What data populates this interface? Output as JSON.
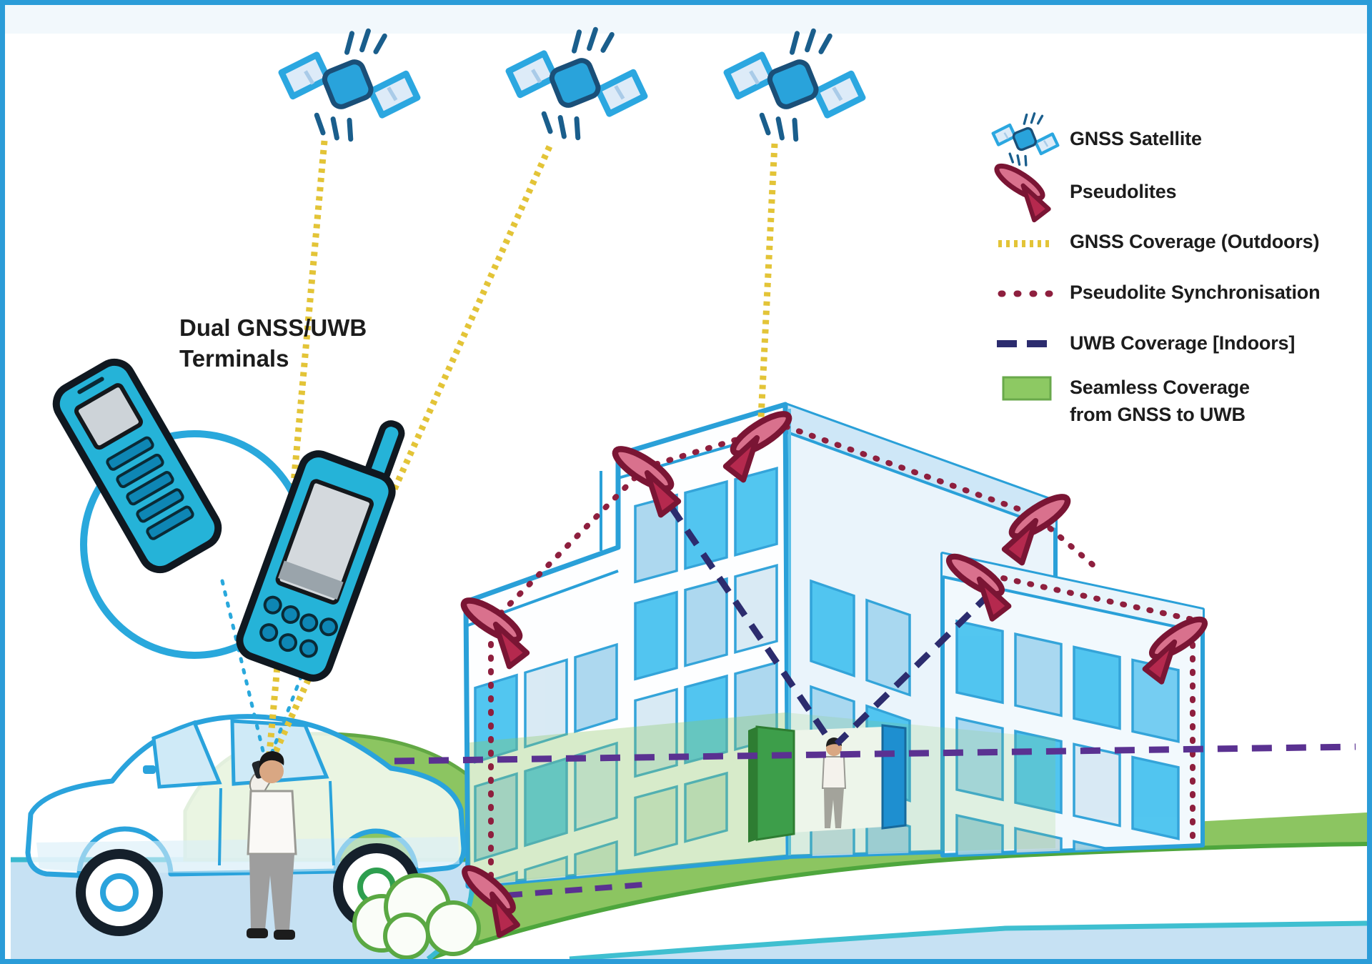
{
  "figure": {
    "type": "technical-illustration",
    "subject": "Combined GNSS and UWB indoor/outdoor positioning concept",
    "terminals_label": {
      "line1": "Dual GNSS/UWB",
      "line2": "Terminals"
    }
  },
  "legend": {
    "items": [
      {
        "icon": "gnss-satellite-icon",
        "label": "GNSS Satellite"
      },
      {
        "icon": "pseudolite-icon",
        "label": "Pseudolites"
      },
      {
        "icon": "gnss-coverage-swatch",
        "label": "GNSS Coverage (Outdoors)"
      },
      {
        "icon": "pseudolite-sync-swatch",
        "label": "Pseudolite Synchronisation"
      },
      {
        "icon": "uwb-coverage-swatch",
        "label": "UWB Coverage [Indoors]"
      },
      {
        "icon": "seamless-coverage-swatch",
        "label": "Seamless Coverage",
        "label_line2": "from GNSS to UWB"
      }
    ]
  },
  "colors": {
    "frame_blue": "#2b9cd8",
    "satellite_blue": "#29a3db",
    "gnss_coverage_yellow": "#e3c437",
    "pseudolite_red": "#b5294e",
    "pseudolite_sync_red": "#8e1f3e",
    "uwb_navy": "#2c2c6e",
    "uwb_purple": "#5a3191",
    "seamless_green": "#8dc963",
    "building_outline": "#2aa0d8",
    "window_cyan": "#49c3f0",
    "lawn_green": "#8cc561",
    "pavement_blue": "#c6e1f3"
  }
}
